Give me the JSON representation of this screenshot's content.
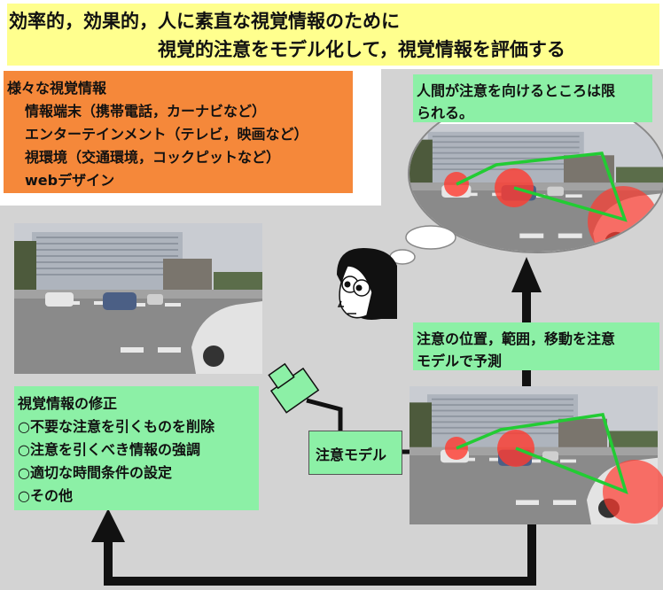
{
  "title": {
    "line1": "効率的，効果的，人に素直な視覚情報のために",
    "line2": "視覚的注意をモデル化して，視覚情報を評価する"
  },
  "visual_info": {
    "heading": "様々な視覚情報",
    "items": [
      "情報端末（携帯電話，カーナビなど）",
      "エンターテインメント（テレビ，映画など）",
      "視環境（交通環境，コックピットなど）",
      "webデザイン"
    ]
  },
  "thought": {
    "line1": "人間が注意を向けるところは限",
    "line2": "られる。"
  },
  "prediction": {
    "line1": "注意の位置，範囲，移動を注意",
    "line2": "モデルで予測"
  },
  "modification": {
    "heading": "視覚情報の修正",
    "items": [
      "○不要な注意を引くものを削除",
      "○注意を引くべき情報の強調",
      "○適切な時間条件の設定",
      "○その他"
    ]
  },
  "model_label": "注意モデル",
  "colors": {
    "title_bg": "#ffff8e",
    "orange": "#f5883a",
    "green": "#8cf0a6",
    "gray": "#d3d3d3",
    "attention_red": "#ff3b2f",
    "path_green": "#22cc33"
  }
}
